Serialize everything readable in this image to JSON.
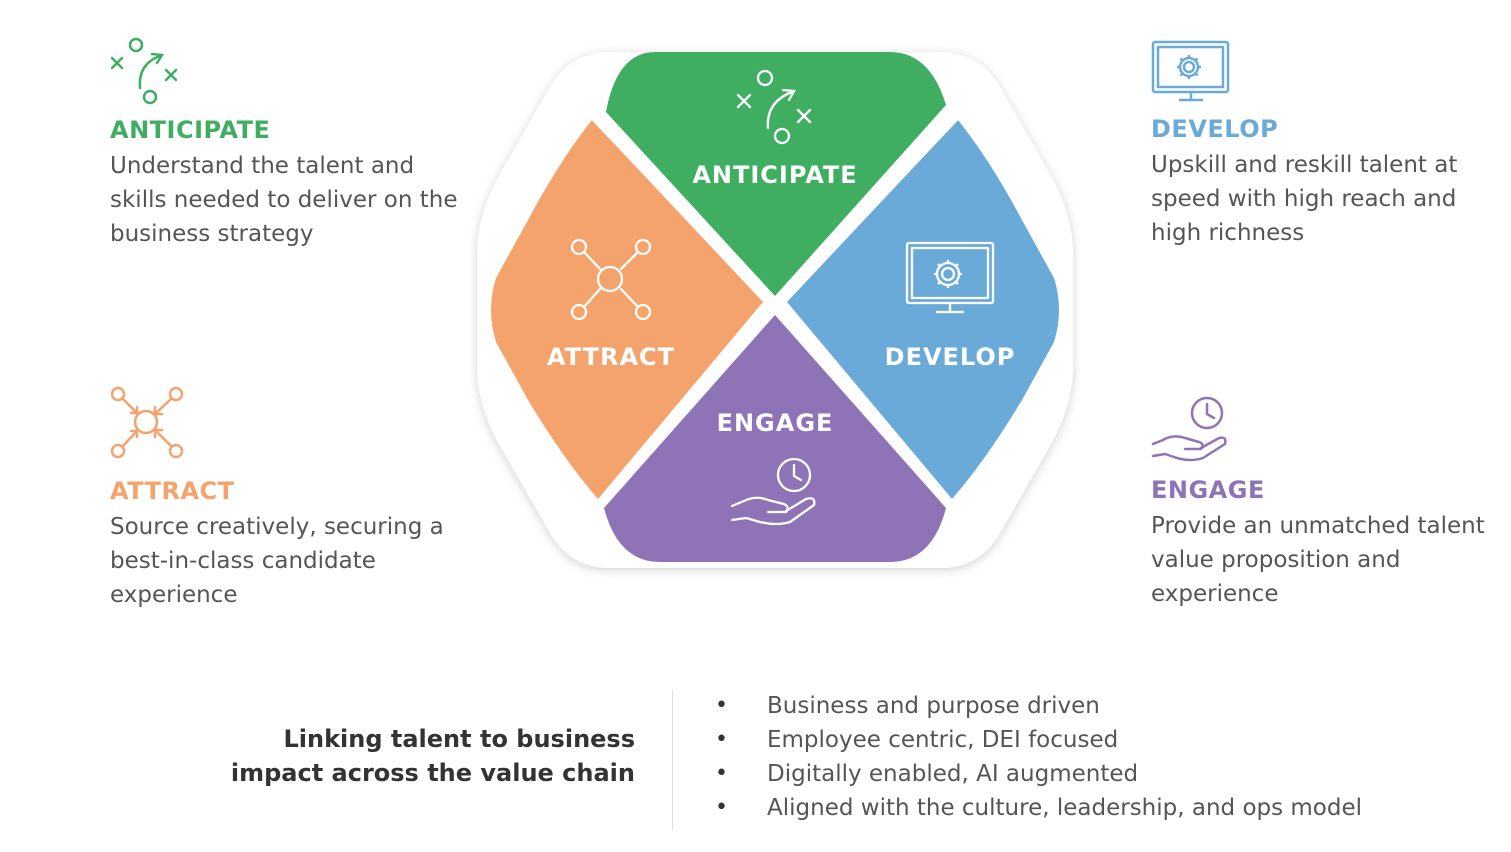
{
  "colors": {
    "anticipate": "#3fae61",
    "develop": "#6aaad8",
    "attract": "#f4a36d",
    "engage": "#8e74b6",
    "text": "#555555",
    "summary_text": "#333333"
  },
  "hexagon": {
    "segments": [
      {
        "key": "anticipate",
        "label": "ANTICIPATE",
        "icon": "strategy-play-icon"
      },
      {
        "key": "attract",
        "label": "ATTRACT",
        "icon": "network-hub-icon"
      },
      {
        "key": "develop",
        "label": "DEVELOP",
        "icon": "monitor-gear-icon"
      },
      {
        "key": "engage",
        "label": "ENGAGE",
        "icon": "hand-clock-icon"
      }
    ]
  },
  "blocks": {
    "anticipate": {
      "title": "ANTICIPATE",
      "description": "Understand the talent and skills needed to deliver on the business strategy",
      "icon": "strategy-play-icon"
    },
    "develop": {
      "title": "DEVELOP",
      "description": "Upskill and reskill talent at speed with high reach and high richness",
      "icon": "monitor-gear-icon"
    },
    "attract": {
      "title": "ATTRACT",
      "description": "Source creatively, securing a best-in-class candidate experience",
      "icon": "network-hub-icon"
    },
    "engage": {
      "title": "ENGAGE",
      "description": "Provide an unmatched talent value proposition and experience",
      "icon": "hand-clock-icon"
    }
  },
  "summary": {
    "line1": "Linking talent to business",
    "line2": "impact across the value chain"
  },
  "bullets": [
    "Business and purpose driven",
    "Employee centric, DEI focused",
    "Digitally enabled, AI augmented",
    "Aligned with the culture, leadership, and ops model"
  ]
}
